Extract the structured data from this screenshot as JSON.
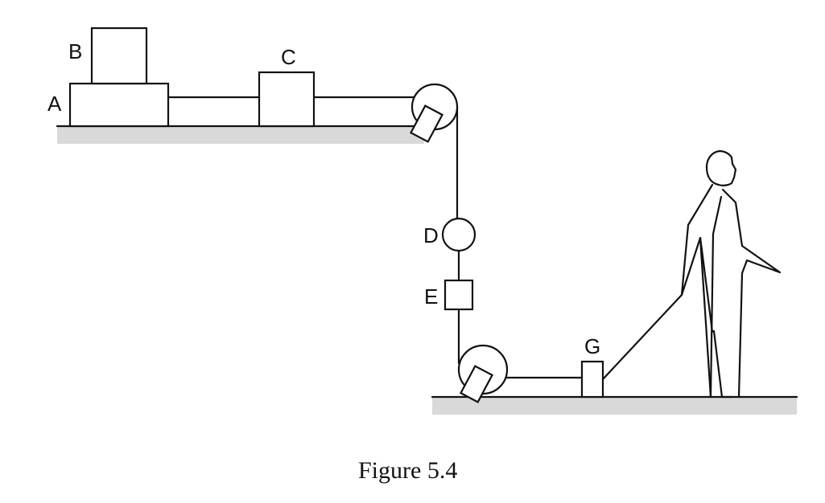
{
  "diagram": {
    "labels": {
      "a": "A",
      "b": "B",
      "c": "C",
      "d": "D",
      "e": "E",
      "g": "G"
    },
    "caption": "Figure 5.4",
    "colors": {
      "stroke": "#111111",
      "ground": "#d9d9d9",
      "fill": "#ffffff"
    }
  }
}
